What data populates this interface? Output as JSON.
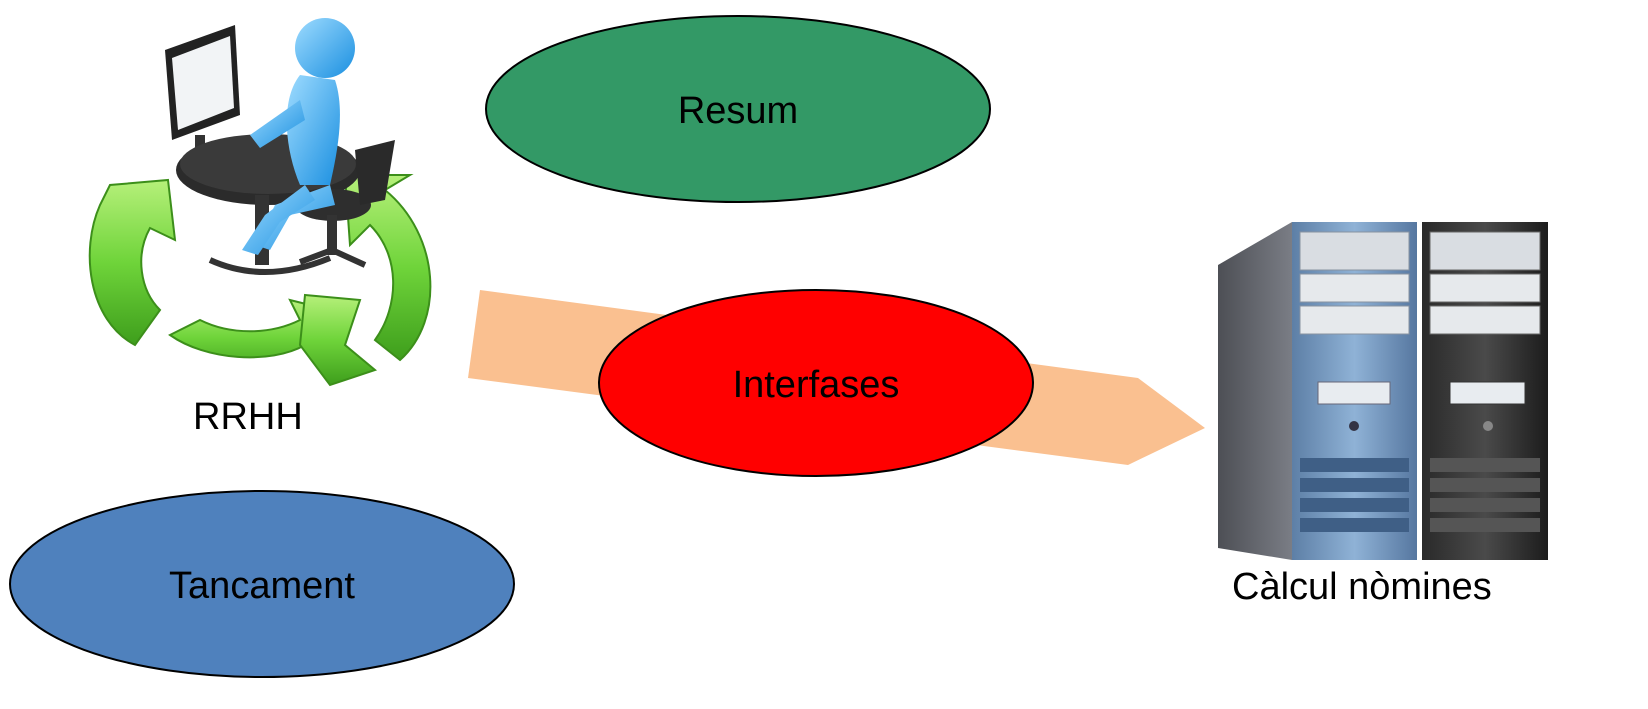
{
  "nodes": {
    "rrhh": {
      "label": "RRHH",
      "icon": "hr-worker-computer-recycle-icon"
    },
    "nomines": {
      "label": "Càlcul nòmines",
      "icon": "server-tower-icon"
    }
  },
  "ellipses": {
    "resum": {
      "label": "Resum",
      "color": "#339966"
    },
    "interfases": {
      "label": "Interfases",
      "color": "#ff0000"
    },
    "tancament": {
      "label": "Tancament",
      "color": "#4f81bd"
    }
  },
  "arrow": {
    "color": "#fac090"
  }
}
